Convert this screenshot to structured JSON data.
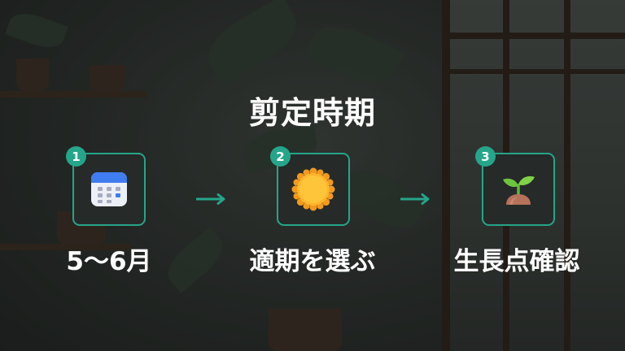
{
  "title": "剪定時期",
  "accent_color": "#25a58a",
  "steps": [
    {
      "number": "1",
      "icon": "calendar-icon",
      "caption": "5〜6月"
    },
    {
      "number": "2",
      "icon": "sun-icon",
      "caption": "適期を選ぶ"
    },
    {
      "number": "3",
      "icon": "sprout-icon",
      "caption": "生長点確認"
    }
  ]
}
